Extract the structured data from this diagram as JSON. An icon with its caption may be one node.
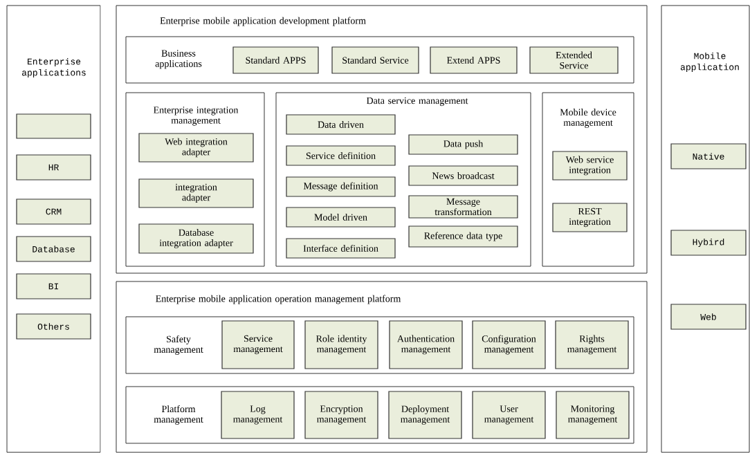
{
  "diagram": {
    "nodes": [
      {
        "text": [
          "Enterprise applications"
        ]
      },
      {
        "text": [],
        "shape": "box",
        "in": 0
      },
      {
        "text": [
          "HR"
        ],
        "in": 0
      },
      {
        "text": [
          "CRM"
        ],
        "in": 0
      },
      {
        "text": [
          "Database"
        ],
        "in": 0
      },
      {
        "text": [
          "BI"
        ],
        "in": 0
      },
      {
        "text": [
          "Others"
        ],
        "in": 0
      },
      {
        "text": [
          "Enterprise mobile application development platform"
        ]
      },
      {
        "text": [
          "Business applications"
        ],
        "in": 7
      },
      {
        "text": [
          "Standard APPS"
        ],
        "in": 8
      },
      {
        "text": [
          "Standard Service"
        ],
        "in": 8
      },
      {
        "text": [
          "Extend APPS"
        ],
        "in": 8
      },
      {
        "text": [
          "Extended Service"
        ],
        "in": 8
      },
      {
        "text": [
          "Enterprise integration management"
        ],
        "in": 7
      },
      {
        "text": [
          "Web integration adapter"
        ],
        "in": 13
      },
      {
        "text": [
          "integration adapter"
        ],
        "in": 13
      },
      {
        "text": [
          "Database integration adapter"
        ],
        "in": 13
      },
      {
        "text": [
          "Data service management"
        ],
        "in": 7
      },
      {
        "text": [
          "Data driven"
        ],
        "in": 17
      },
      {
        "text": [
          "Service definition"
        ],
        "in": 17
      },
      {
        "text": [
          "Message definition"
        ],
        "in": 17
      },
      {
        "text": [
          "Model driven"
        ],
        "in": 17
      },
      {
        "text": [
          "Interface definition"
        ],
        "in": 17
      },
      {
        "text": [
          "Data push"
        ],
        "in": 17
      },
      {
        "text": [
          "News broadcast"
        ],
        "in": 17
      },
      {
        "text": [
          "Message transformation"
        ],
        "in": 17
      },
      {
        "text": [
          "Reference data type"
        ],
        "in": 17
      },
      {
        "text": [
          "Mobile device management"
        ],
        "in": 7
      },
      {
        "text": [
          "Web service integration"
        ],
        "in": 27
      },
      {
        "text": [
          "REST integration"
        ],
        "in": 27
      },
      {
        "text": [
          "Enterprise mobile application operation management platform"
        ]
      },
      {
        "text": [
          "Safety management"
        ],
        "in": 30
      },
      {
        "text": [
          "Service management"
        ],
        "in": 31
      },
      {
        "text": [
          "Role identity management"
        ],
        "in": 31
      },
      {
        "text": [
          "Authentication management"
        ],
        "in": 31
      },
      {
        "text": [
          "Configuration management"
        ],
        "in": 31
      },
      {
        "text": [
          "Rights management"
        ],
        "in": 31
      },
      {
        "text": [
          "Platform management"
        ],
        "in": 30
      },
      {
        "text": [
          "Log management"
        ],
        "in": 37
      },
      {
        "text": [
          "Encryption management"
        ],
        "in": 37
      },
      {
        "text": [
          "Deployment management"
        ],
        "in": 37
      },
      {
        "text": [
          "User management"
        ],
        "in": 37
      },
      {
        "text": [
          "Monitoring management"
        ],
        "in": 37
      },
      {
        "text": [
          "Mobile application"
        ]
      },
      {
        "text": [
          "Native"
        ],
        "in": 43
      },
      {
        "text": [
          "Hybird"
        ],
        "in": 43
      },
      {
        "text": [
          "Web"
        ],
        "in": 43
      }
    ],
    "edges": []
  }
}
